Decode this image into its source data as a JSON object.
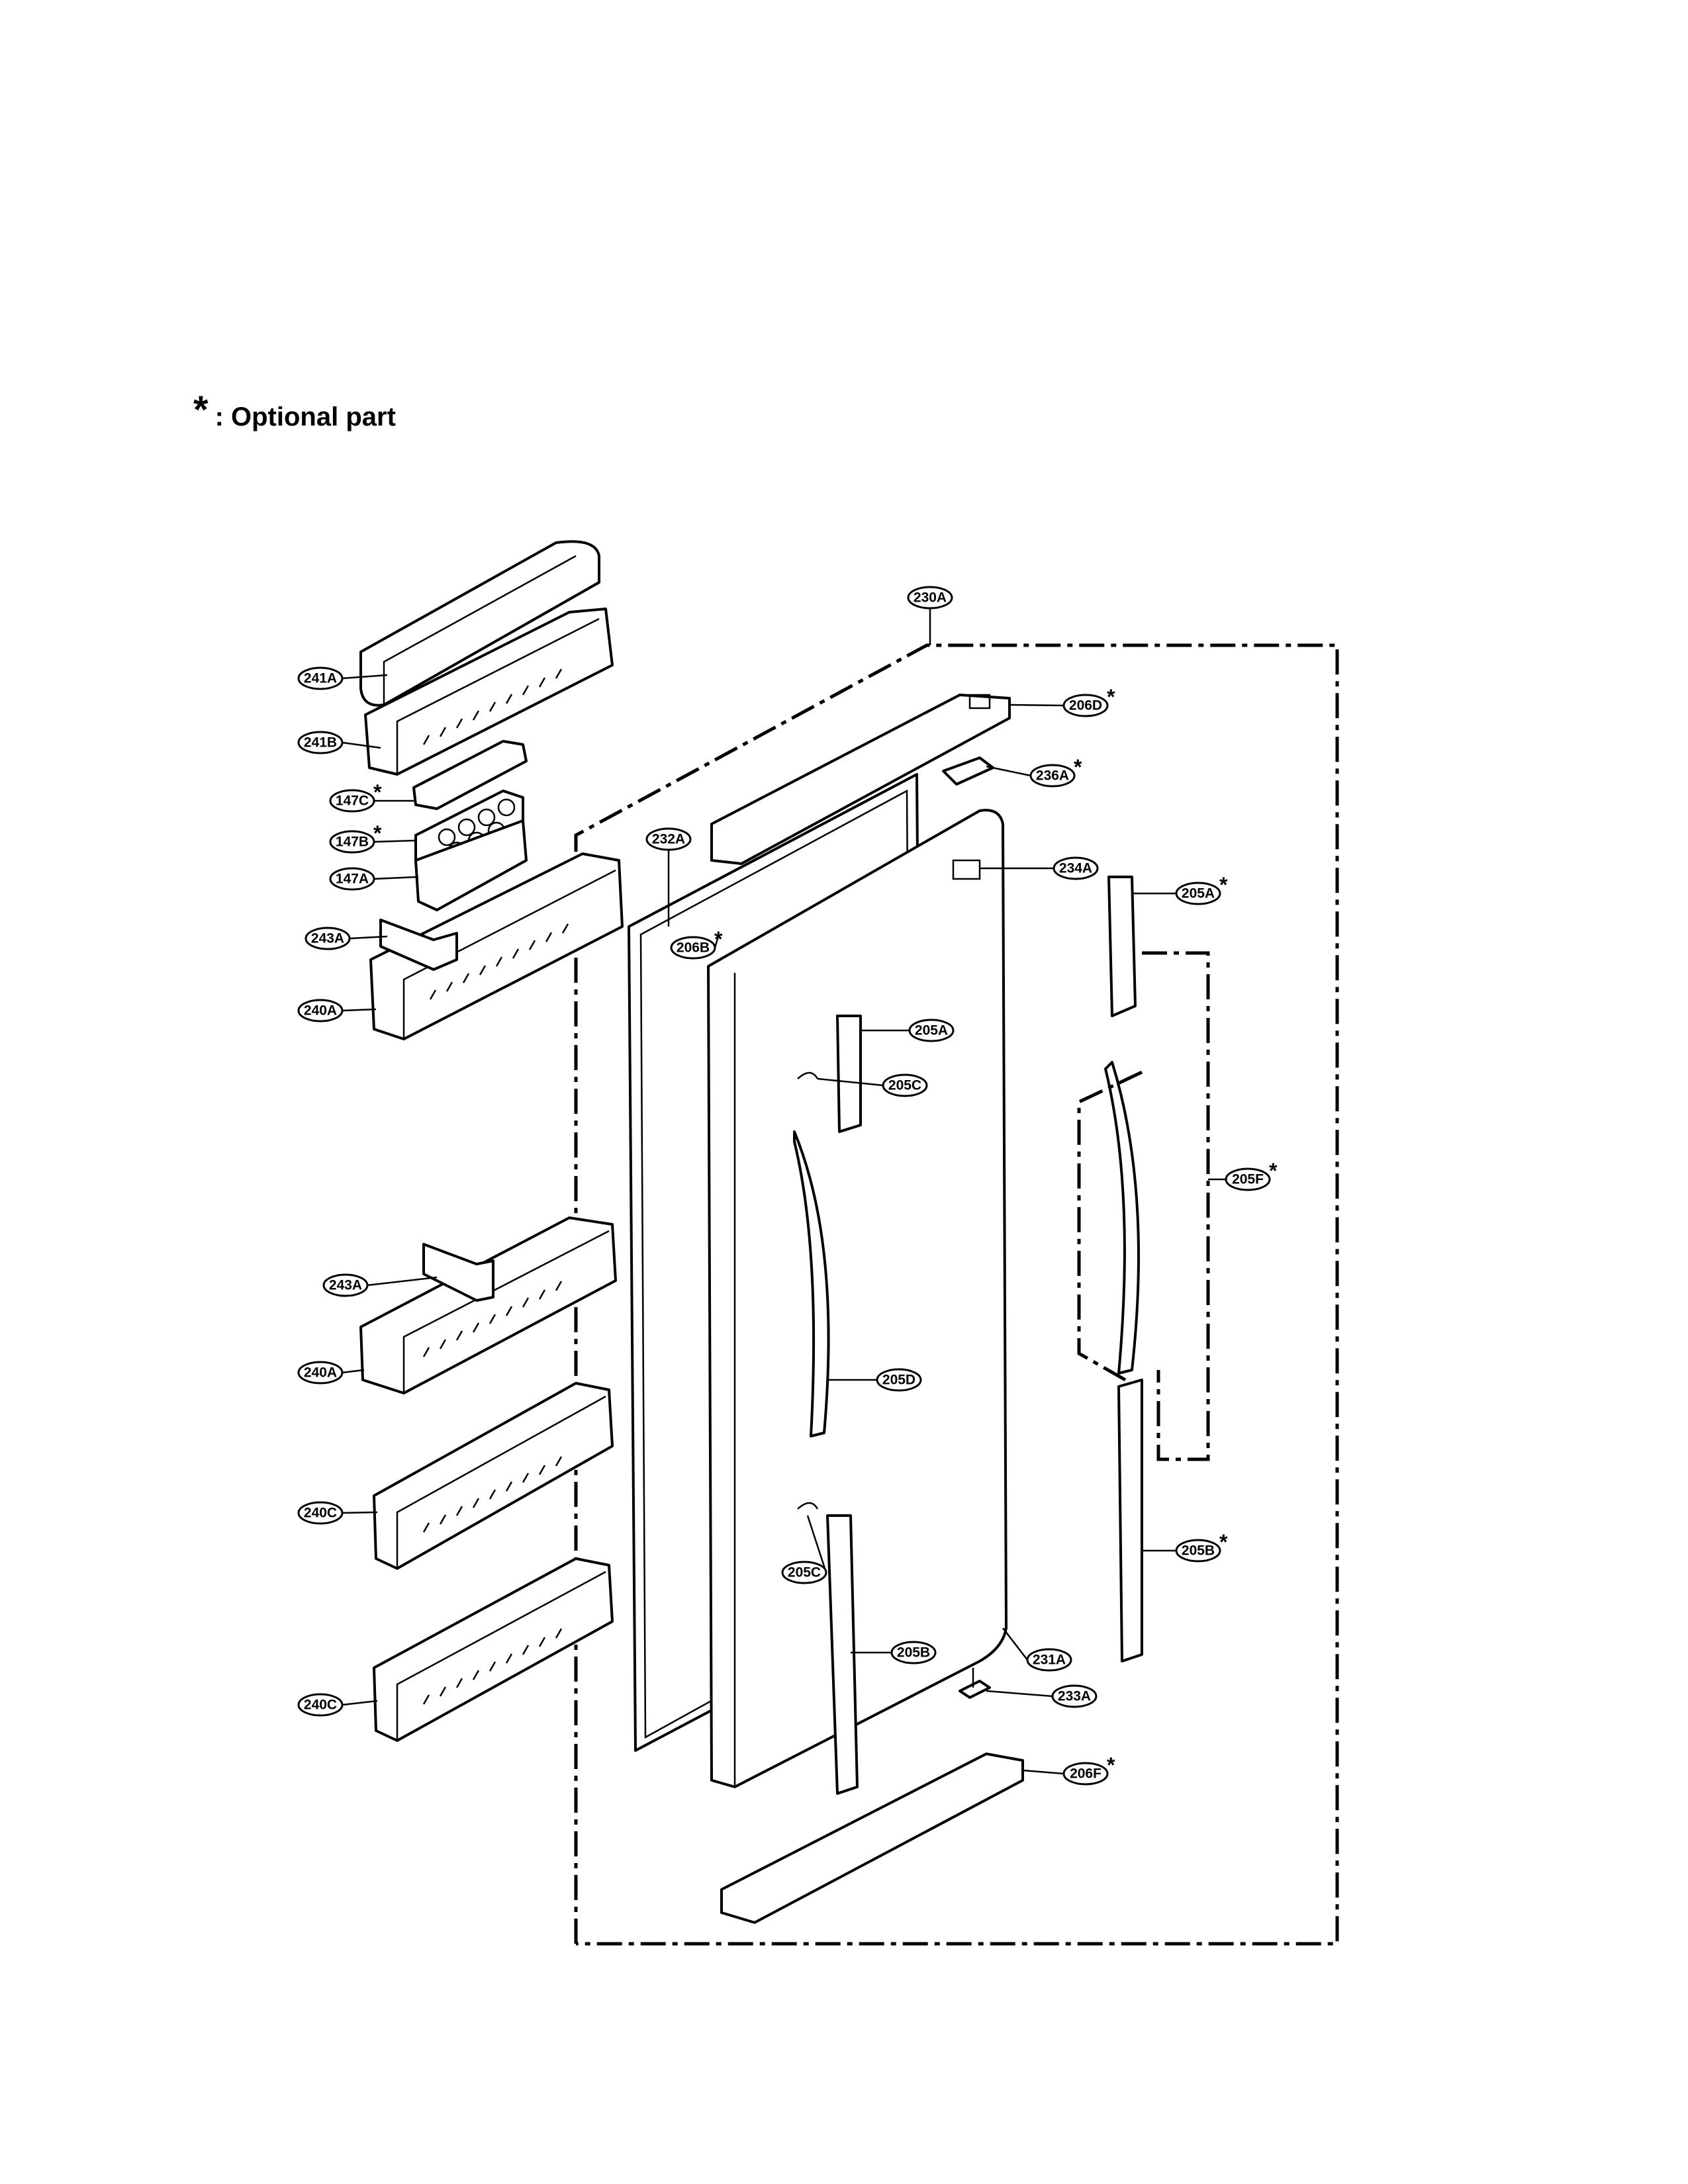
{
  "legend": {
    "symbol": "*",
    "text": ": Optional part"
  },
  "labels": [
    {
      "id": "241A",
      "text": "241A",
      "optional": false
    },
    {
      "id": "241B",
      "text": "241B",
      "optional": false
    },
    {
      "id": "147C",
      "text": "147C",
      "optional": true
    },
    {
      "id": "147B",
      "text": "147B",
      "optional": true
    },
    {
      "id": "147A",
      "text": "147A",
      "optional": false
    },
    {
      "id": "243A-top",
      "text": "243A",
      "optional": false
    },
    {
      "id": "240A-top",
      "text": "240A",
      "optional": false
    },
    {
      "id": "243A-mid",
      "text": "243A",
      "optional": false
    },
    {
      "id": "240A-mid",
      "text": "240A",
      "optional": false
    },
    {
      "id": "240C-1",
      "text": "240C",
      "optional": false
    },
    {
      "id": "240C-2",
      "text": "240C",
      "optional": false
    },
    {
      "id": "230A",
      "text": "230A",
      "optional": false
    },
    {
      "id": "206D",
      "text": "206D",
      "optional": true
    },
    {
      "id": "236A",
      "text": "236A",
      "optional": true
    },
    {
      "id": "232A",
      "text": "232A",
      "optional": false
    },
    {
      "id": "234A",
      "text": "234A",
      "optional": false
    },
    {
      "id": "206B",
      "text": "206B",
      "optional": true
    },
    {
      "id": "205A-door",
      "text": "205A",
      "optional": false
    },
    {
      "id": "205C-top",
      "text": "205C",
      "optional": false
    },
    {
      "id": "205D",
      "text": "205D",
      "optional": false
    },
    {
      "id": "205C-bot",
      "text": "205C",
      "optional": false
    },
    {
      "id": "205B-door",
      "text": "205B",
      "optional": false
    },
    {
      "id": "231A",
      "text": "231A",
      "optional": false
    },
    {
      "id": "233A",
      "text": "233A",
      "optional": false
    },
    {
      "id": "206F",
      "text": "206F",
      "optional": true
    },
    {
      "id": "205A-opt",
      "text": "205A",
      "optional": true
    },
    {
      "id": "205F",
      "text": "205F",
      "optional": true
    },
    {
      "id": "205B-opt",
      "text": "205B",
      "optional": true
    }
  ]
}
